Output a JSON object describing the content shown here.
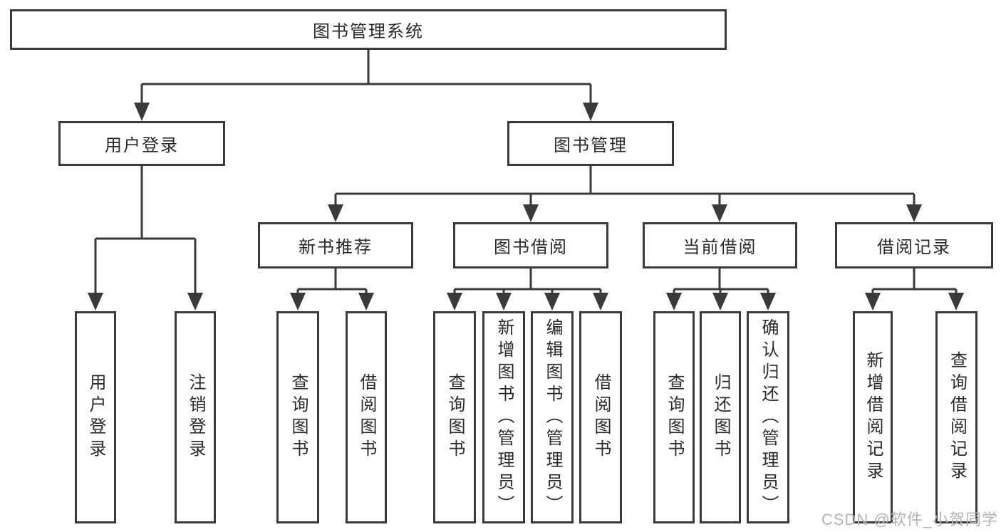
{
  "tree": {
    "label": "图书管理系统",
    "children": [
      {
        "label": "用户登录",
        "children": [
          {
            "label": "用户登录"
          },
          {
            "label": "注销登录"
          }
        ]
      },
      {
        "label": "图书管理",
        "children": [
          {
            "label": "新书推荐",
            "children": [
              {
                "label": "查询图书"
              },
              {
                "label": "借阅图书"
              }
            ]
          },
          {
            "label": "图书借阅",
            "children": [
              {
                "label": "查询图书"
              },
              {
                "label": "新增图书（管理员）"
              },
              {
                "label": "编辑图书（管理员）"
              },
              {
                "label": "借阅图书"
              }
            ]
          },
          {
            "label": "当前借阅",
            "children": [
              {
                "label": "查询图书"
              },
              {
                "label": "归还图书"
              },
              {
                "label": "确认归还（管理员）"
              }
            ]
          },
          {
            "label": "借阅记录",
            "children": [
              {
                "label": "新增借阅记录"
              },
              {
                "label": "查询借阅记录"
              }
            ]
          }
        ]
      }
    ]
  },
  "watermark": "CSDN @软件_小贺同学",
  "colors": {
    "line": "#3a3a3a",
    "box_border": "#3a3a3a",
    "text": "#2a2a2a",
    "watermark": "#b4b4b4",
    "background": "#ffffff"
  }
}
